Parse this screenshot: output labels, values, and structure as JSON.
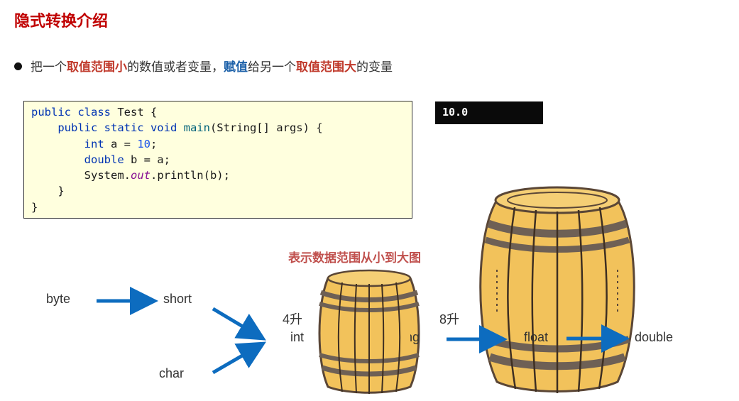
{
  "title": "隐式转换介绍",
  "bullet": {
    "p1": "把一个",
    "h1": "取值范围小",
    "p2": "的数值或者变量，",
    "h2": "赋值",
    "p3": "给另一个",
    "h3": "取值范围大",
    "p4": "的变量"
  },
  "code": {
    "l1a": "public class ",
    "l1b": "Test {",
    "l2a": "    public static void ",
    "l2b": "main",
    "l2c": "(String[] args) {",
    "l3a": "        int ",
    "l3b": "a = ",
    "l3c": "10",
    "l3d": ";",
    "l4a": "        double ",
    "l4b": "b = a;",
    "l5a": "        System.",
    "l5b": "out",
    "l5c": ".println(b);",
    "l6": "    }",
    "l7": "}"
  },
  "console_output": "10.0",
  "diagram": {
    "caption": "表示数据范围从小到大图",
    "types": [
      "byte",
      "short",
      "char",
      "int",
      "long",
      "float",
      "double"
    ],
    "small_barrel_capacity": "4升",
    "large_barrel_capacity": "8升"
  },
  "colors": {
    "title": "#c00000",
    "highlight_red": "#c0392b",
    "highlight_blue": "#1a5fa8",
    "arrow": "#0d6cbf",
    "barrel_wood": "#f2c25b",
    "code_bg": "#ffffde"
  }
}
